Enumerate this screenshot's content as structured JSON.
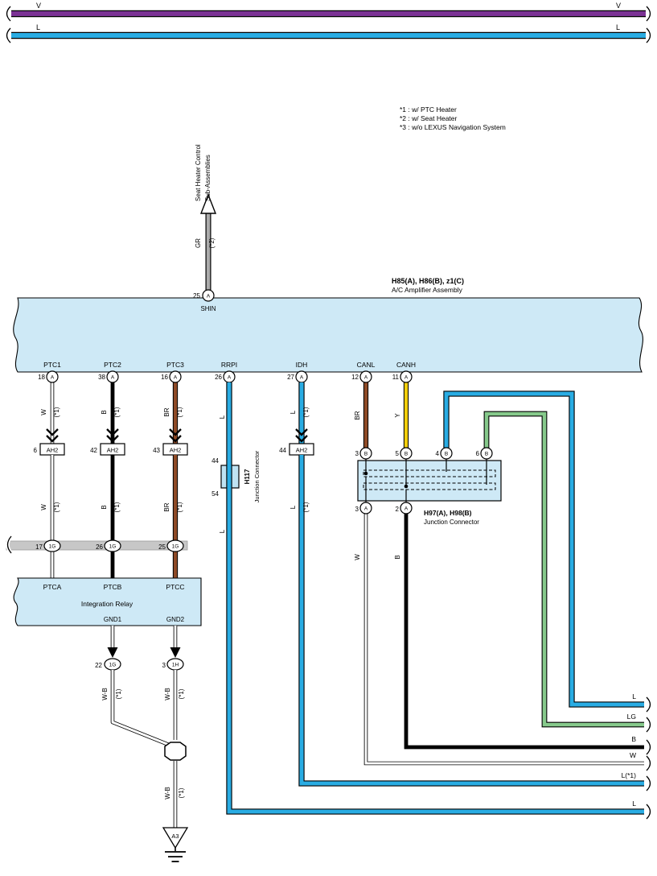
{
  "colors": {
    "wireV": "#7B3294",
    "wireL": "#29ACE3",
    "wireGR": "#ABABAB",
    "wireBR": "#8E4A26",
    "wireY": "#F2CE0A",
    "wireLG": "#86C98B",
    "bandFill": "#CEE9F6",
    "h117Fill": "#BFE3F3",
    "grayBand": "#C7C7C7"
  },
  "notes": [
    "*1 : w/ PTC Heater",
    "*2 : w/ Seat Heater",
    "*3 : w/o LEXUS Navigation System"
  ],
  "top_bus": {
    "v_left": "V",
    "v_right": "V",
    "l_left": "L",
    "l_right": "L"
  },
  "seat_heater": {
    "dest1": "Seat Heater Control",
    "dest2": "Sub-Assemblies",
    "pin_no": "25",
    "pin_term": "A",
    "pin_name": "SHIN"
  },
  "wire_labels": {
    "seat": {
      "c": "GR",
      "n": "(*2)"
    },
    "ptc1_up": {
      "c": "W",
      "n": "(*1)"
    },
    "ptc1_dn": {
      "c": "W",
      "n": "(*1)"
    },
    "ptc2_up": {
      "c": "B",
      "n": "(*1)"
    },
    "ptc2_dn": {
      "c": "B",
      "n": "(*1)"
    },
    "ptc3_up": {
      "c": "BR",
      "n": "(*1)"
    },
    "ptc3_dn": {
      "c": "BR",
      "n": "(*1)"
    },
    "rrpi_up": {
      "c": "L"
    },
    "rrpi_dn": {
      "c": "L"
    },
    "idh_up": {
      "c": "L",
      "n": "(*1)"
    },
    "idh_dn": {
      "c": "L",
      "n": "(*1)"
    },
    "canl": {
      "c": "BR"
    },
    "canh": {
      "c": "Y"
    },
    "jc_w": {
      "c": "W"
    },
    "jc_b": {
      "c": "B"
    },
    "gnd_left": {
      "c": "W-B",
      "n": "(*1)"
    },
    "gnd_right": {
      "c": "W-B",
      "n": "(*1)"
    },
    "gnd_main": {
      "c": "W-B",
      "n": "(*1)"
    }
  },
  "amplifier": {
    "code": "H85(A), H86(B), z1(C)",
    "name": "A/C Amplifier Assembly",
    "pins": [
      {
        "name": "PTC1",
        "no": "18",
        "t": "A"
      },
      {
        "name": "PTC2",
        "no": "38",
        "t": "A"
      },
      {
        "name": "PTC3",
        "no": "16",
        "t": "A"
      },
      {
        "name": "RRPI",
        "no": "26",
        "t": "A"
      },
      {
        "name": "IDH",
        "no": "27",
        "t": "A"
      },
      {
        "name": "CANL",
        "no": "12",
        "t": "A"
      },
      {
        "name": "CANH",
        "no": "11",
        "t": "A"
      }
    ]
  },
  "ah2": [
    {
      "no": "6",
      "label": "AH2"
    },
    {
      "no": "42",
      "label": "AH2"
    },
    {
      "no": "43",
      "label": "AH2"
    },
    {
      "no": "44",
      "label": "AH2"
    }
  ],
  "h117": {
    "no_top": "44",
    "no_bottom": "54",
    "code": "H117",
    "name": "Junction Connector"
  },
  "junction": {
    "code": "H97(A), H98(B)",
    "name": "Junction Connector",
    "top_pins": [
      {
        "no": "3",
        "t": "B"
      },
      {
        "no": "5",
        "t": "B"
      },
      {
        "no": "4",
        "t": "B"
      },
      {
        "no": "6",
        "t": "B"
      }
    ],
    "bottom_pins": [
      {
        "no": "3",
        "t": "A"
      },
      {
        "no": "2",
        "t": "A"
      }
    ]
  },
  "ig_row": [
    {
      "no": "17",
      "t": "1G"
    },
    {
      "no": "26",
      "t": "1G"
    },
    {
      "no": "25",
      "t": "1G"
    }
  ],
  "relay": {
    "name": "Integration Relay",
    "pins": [
      "PTCA",
      "PTCB",
      "PTCC"
    ],
    "gnd": [
      "GND1",
      "GND2"
    ],
    "gnd_pins": [
      {
        "no": "22",
        "t": "1G"
      },
      {
        "no": "3",
        "t": "1H"
      }
    ]
  },
  "ground": {
    "label": "A3"
  },
  "right_exits": [
    "L",
    "LG",
    "B",
    "W",
    "L(*1)",
    "L"
  ]
}
